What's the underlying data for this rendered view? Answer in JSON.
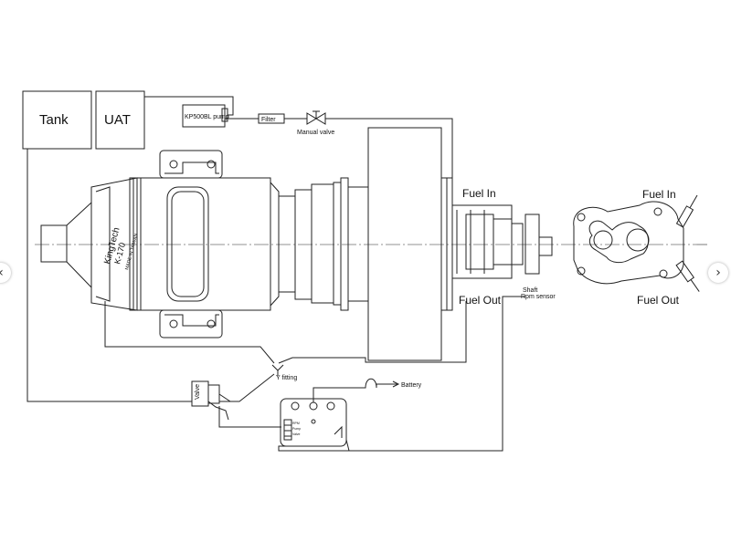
{
  "labels": {
    "tank": "Tank",
    "uat": "UAT",
    "pump": "KP500BL pump",
    "filter": "Filter",
    "manual_valve": "Manual valve",
    "fuel_in_1": "Fuel In",
    "fuel_out_1": "Fuel Out",
    "fuel_in_2": "Fuel In",
    "fuel_out_2": "Fuel Out",
    "shaft": "Shaft",
    "rpm_sensor": "Rpm sensor",
    "y_fitting": "Y fitting",
    "battery": "Battery",
    "valve": "Valve",
    "engine_brand": "KingTech",
    "engine_model": "K-170",
    "engine_origin": "MADE IN TAIWAN",
    "ecu_port_1": "RPM",
    "ecu_port_2": "Pump",
    "ecu_port_3": "Valve"
  },
  "navigation": {
    "prev_icon": "‹",
    "next_icon": "›"
  }
}
